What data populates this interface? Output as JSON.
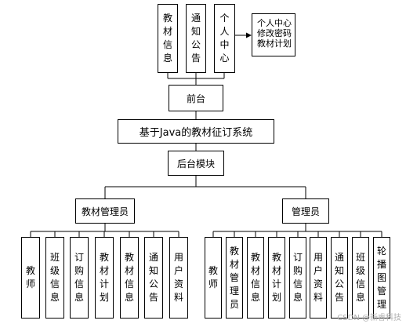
{
  "frontend": {
    "modules": [
      "教材信息",
      "通知公告",
      "个人中心"
    ],
    "personal_center_note": [
      "个人中心",
      "修改密码",
      "教材计划"
    ],
    "label": "前台"
  },
  "system_title": "基于Java的教材征订系统",
  "backend_label": "后台模块",
  "teacher_admin": {
    "label": "教材管理员",
    "modules": [
      "教师",
      "班级信息",
      "订购信息",
      "教材计划",
      "教材信息",
      "通知公告",
      "用户资料"
    ]
  },
  "admin": {
    "label": "管理员",
    "modules": [
      "教师",
      "教材管理员",
      "教材信息",
      "教材计划",
      "订购信息",
      "用户资料",
      "通知公告",
      "班级信息",
      "轮播图管理"
    ]
  },
  "watermark": "CSDN @新睿科技"
}
